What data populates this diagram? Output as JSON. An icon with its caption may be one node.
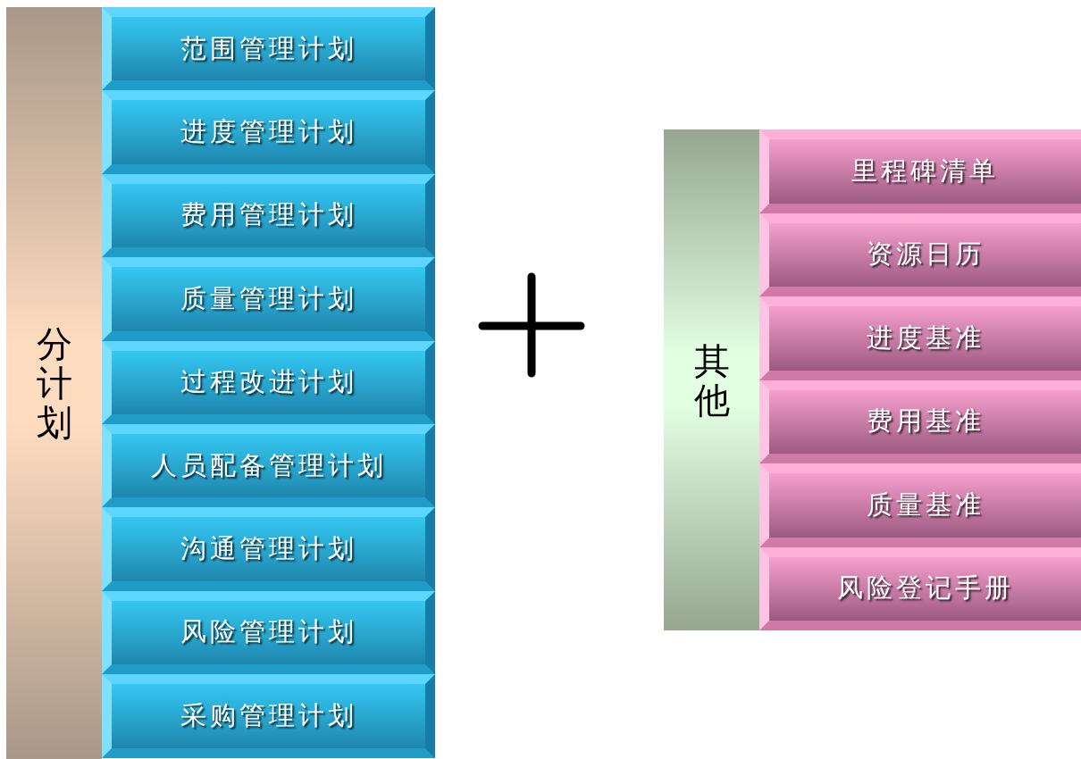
{
  "diagram": {
    "nodes": [
      {
        "text": [
          "分计划"
        ]
      },
      {
        "text": [
          "范围管理计划"
        ]
      },
      {
        "text": [
          "进度管理计划"
        ]
      },
      {
        "text": [
          "费用管理计划"
        ]
      },
      {
        "text": [
          "质量管理计划"
        ]
      },
      {
        "text": [
          "过程改进计划"
        ]
      },
      {
        "text": [
          "人员配备管理计划"
        ]
      },
      {
        "text": [
          "沟通管理计划"
        ]
      },
      {
        "text": [
          "风险管理计划"
        ]
      },
      {
        "text": [
          "采购管理计划"
        ]
      },
      {
        "text": [
          "其他"
        ]
      },
      {
        "text": [
          "里程碑清单"
        ]
      },
      {
        "text": [
          "资源日历"
        ]
      },
      {
        "text": [
          "进度基准"
        ]
      },
      {
        "text": [
          "费用基准"
        ]
      },
      {
        "text": [
          "质量基准"
        ]
      },
      {
        "text": [
          "风险登记手册"
        ]
      }
    ]
  }
}
